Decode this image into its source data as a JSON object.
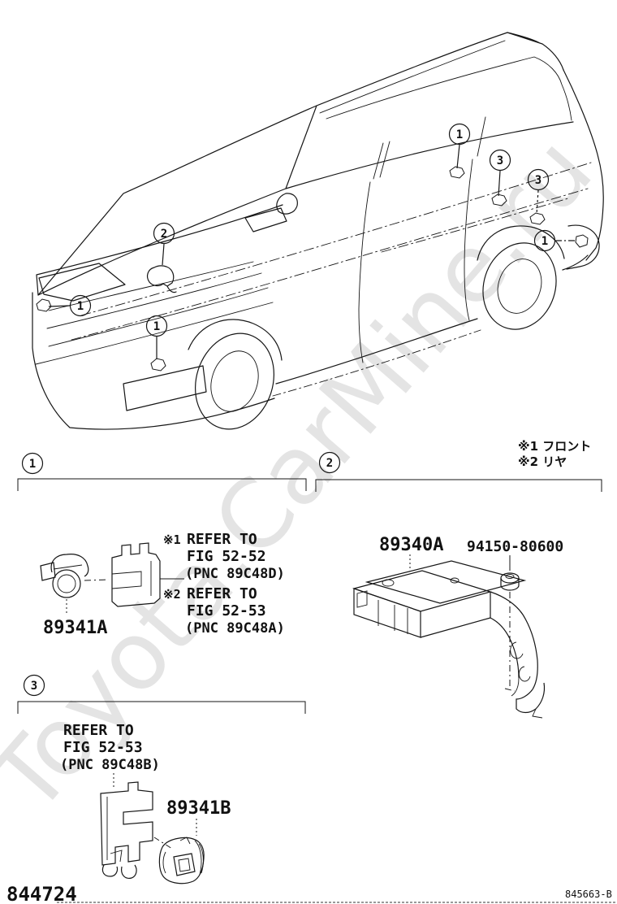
{
  "doc": {
    "drawing_number": "844724",
    "sheet_code": "845663-B",
    "watermark": "Toyota.CarMine.ru"
  },
  "legend": {
    "note1": "※1 フロント",
    "note2": "※2 リヤ"
  },
  "vehicle": {
    "callouts": [
      {
        "label": "1"
      },
      {
        "label": "1"
      },
      {
        "label": "2"
      },
      {
        "label": "1"
      },
      {
        "label": "3"
      },
      {
        "label": "3"
      },
      {
        "label": "1"
      }
    ]
  },
  "sections": [
    {
      "header": "1",
      "part_number": "89341A",
      "references": [
        {
          "prefix": "※1",
          "line1": "REFER TO",
          "line2": "FIG 52-52",
          "line3": "(PNC 89C48D)"
        },
        {
          "prefix": "※2",
          "line1": "REFER TO",
          "line2": "FIG 52-53",
          "line3": "(PNC 89C48A)"
        }
      ]
    },
    {
      "header": "2",
      "part_numbers": [
        "89340A",
        "94150-80600"
      ]
    },
    {
      "header": "3",
      "part_number": "89341B",
      "references": [
        {
          "prefix": "",
          "line1": "REFER TO",
          "line2": "FIG 52-53",
          "line3": "(PNC 89C48B)"
        }
      ]
    }
  ]
}
